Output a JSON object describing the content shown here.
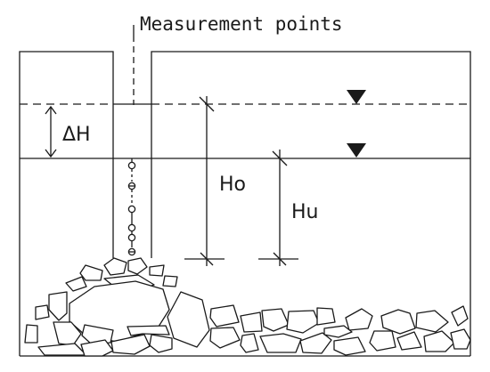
{
  "labels": {
    "callout": "Measurement points",
    "delta_h": "ΔH",
    "h_o": "Ho",
    "h_u": "Hu"
  },
  "colors": {
    "ink": "#1a1a1a",
    "background": "#ffffff"
  }
}
